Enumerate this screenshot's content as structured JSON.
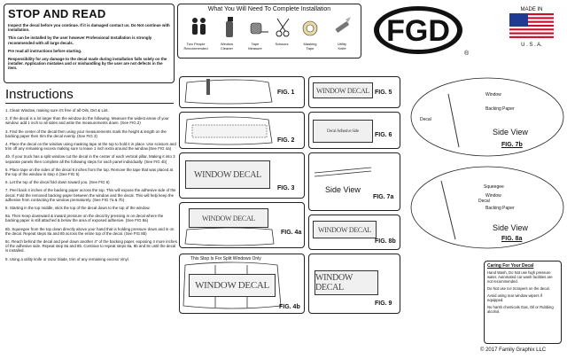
{
  "stop": {
    "title": "STOP AND READ",
    "p1": "Inspect the decal before you continue. If it is damaged contact us. Do Not continue with installation.",
    "p2": "This can be installed by the user however Professional Installation is strongly recommended with all large decals.",
    "p3": "Pre read all instructions before starting.",
    "p4": "Responsibility for any damage to the decal made during installation falls solely on the installer. Application mistakes and or mishandling by the user are not defects in the item."
  },
  "need": {
    "title": "What You Will Need To Complete Installation",
    "tools": [
      "Two People\nRecommended",
      "Window\nCleaner",
      "Tape\nMeasure",
      "Scissors",
      "Masking\nTape",
      "Utility\nKnife"
    ]
  },
  "brand": {
    "logo_text": "FGD",
    "made_in": "MADE IN",
    "usa": "U . S . A."
  },
  "instructions": {
    "title": "Instructions",
    "steps": [
      "1. Clean Window, making sure it's free of all Oils, Dirt & Lint.",
      "2. If the decal is a lot larger than the window do the following. Measure the widest areas of your window, add 1 inch to all sides and write the measurements down. (See FIG.2)",
      "3. Find the center of the decal then using your measurements mark the height & length on the backing paper then trim the decal evenly. (See FIG 3)",
      "4. Place the decal on the window using masking tape at the top to hold it in place. Use scissors and trim off any remaining excess making sure to leave 1 inch extra around the window.(See FIG 4a)",
      "4b. If your truck has a split window cut the decal in the center of each vertical pillar. Making it into 3 separate panels then complete all the following steps for each panel individually. (See FIG 4b)",
      "5. Place tape on the sides of the decal 6 inches from the top. Remove the tape that was placed at the top of the window in step 4 (See FIG 5)",
      "6. Let the top of the decal fold down toward you. (See FIG 6)",
      "7. Peel back 4 inches of the backing paper across the top. This will expose the adhesive side of the decal. Fold the removed backing paper between the window and the decal. This will help keep the adhesive from contacting the window prematurely. (See FIG 7a & 7b)",
      "8. Starting in the top middle, stick the top of the decal down to the top of the window.",
      "8a. Then Keep downward & inward pressure on the decal by pressing in on decal where the backing paper is still attached & below the area of exposed adhesive. (See FIG 8a)",
      "8b. Squeegee from the top down directly above your hand that is holding pressure down and in on the decal. Repeat steps 8a and 8b across the entire top of the decal. (See FIG 8b)",
      "8c. Reach behind the decal and peel down another 4\" of the backing paper, exposing 4 more inches of the adhesive side. Repeat step 8a and 8b. Continue to repeat steps 8a, 8b and 8c until the decal is installed.",
      "9. Using a utility knife or razor blade, trim of any remaining excess Vinyl."
    ]
  },
  "figs": {
    "f1": "FIG. 1",
    "f2": "FIG. 2",
    "f3": "FIG. 3",
    "f4a": "FIG. 4a",
    "f4b": "FIG. 4b",
    "f5": "FIG. 5",
    "f6": "FIG. 6",
    "f7a": "FIG. 7a",
    "f7b": "FIG. 7b",
    "f8a": "FIG. 8a",
    "f8b": "FIG. 8b",
    "f9": "FIG. 9"
  },
  "decal_text": "WINDOW DECAL",
  "decal_adhesive": "Decal Adhesive Side",
  "split_note": "This Stop Is For Split Windows Only",
  "side_view": "Side View",
  "labels": {
    "window": "Window",
    "backing": "Backing Paper",
    "decal": "Decal",
    "squeegee": "Squeegee"
  },
  "care": {
    "title": "Caring For Your Decal",
    "items": [
      "Hand Wash, Do Not use high pressure water. Automated car wash facilities are not recommended.",
      "Do Not use Ice Scrapers on the decal.",
      "Avoid using rear window wipers if equipped.",
      "No harsh chemicals Gas, Oil or Rubbing alcohol."
    ]
  },
  "copyright": "© 2017 Family Graphix LLC",
  "colors": {
    "accent": "#c8102e",
    "flag_blue": "#1f3a93",
    "border": "#222222"
  }
}
